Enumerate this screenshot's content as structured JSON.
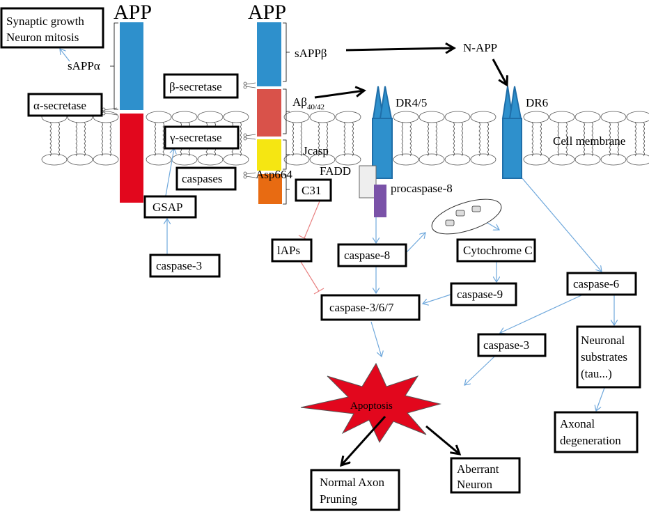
{
  "labels": {
    "app_left": "APP",
    "app_right": "APP",
    "synaptic_growth": "Synaptic growth",
    "neuron_mitosis": "Neuron mitosis",
    "sappa": "sAPPα",
    "alpha_secretase": "α-secretase",
    "beta_secretase": "β-secretase",
    "gamma_secretase": "γ-secretase",
    "caspases": "caspases",
    "gsap": "GSAP",
    "caspase3_left": "caspase-3",
    "sappb": "sAPPβ",
    "n_app": "N-APP",
    "abeta": "Aβ",
    "abeta_sub": "40/42",
    "jcasp": "Jcasp",
    "asp664": "Asp664",
    "fadd": "FADD",
    "c31": "C31",
    "procaspase8": "procaspase-8",
    "dr45": "DR4/5",
    "dr6": "DR6",
    "cell_membrane": "Cell membrane",
    "iaps": "lAPs",
    "caspase8": "caspase-8",
    "cytochrome_c": "Cytochrome C",
    "caspase9": "caspase-9",
    "caspase367": "caspase-3/6/7",
    "caspase6": "caspase-6",
    "caspase3_right": "caspase-3",
    "neuronal_1": "Neuronal",
    "neuronal_2": "substrates",
    "neuronal_3": "(tau...)",
    "axonal_1": "Axonal",
    "axonal_2": "degeneration",
    "apoptosis": "Apoptosis",
    "normal_1": "Normal Axon",
    "normal_2": "Pruning",
    "aberrant_1": "Aberrant",
    "aberrant_2": "Neuron"
  },
  "colors": {
    "sapp_blue": "#2e90cc",
    "c_terminal_red": "#e2071d",
    "abeta_salmon": "#d9524a",
    "jcasp_yellow": "#f5e612",
    "c31_orange": "#e86b12",
    "receptor_blue": "#2e90cc",
    "fadd_gray": "#eeeeee",
    "procaspase_purple": "#7a52a8",
    "apoptosis_red": "#e2071d",
    "activation_arrow": "#6fa8dc",
    "inhibition_line": "#e88080"
  }
}
